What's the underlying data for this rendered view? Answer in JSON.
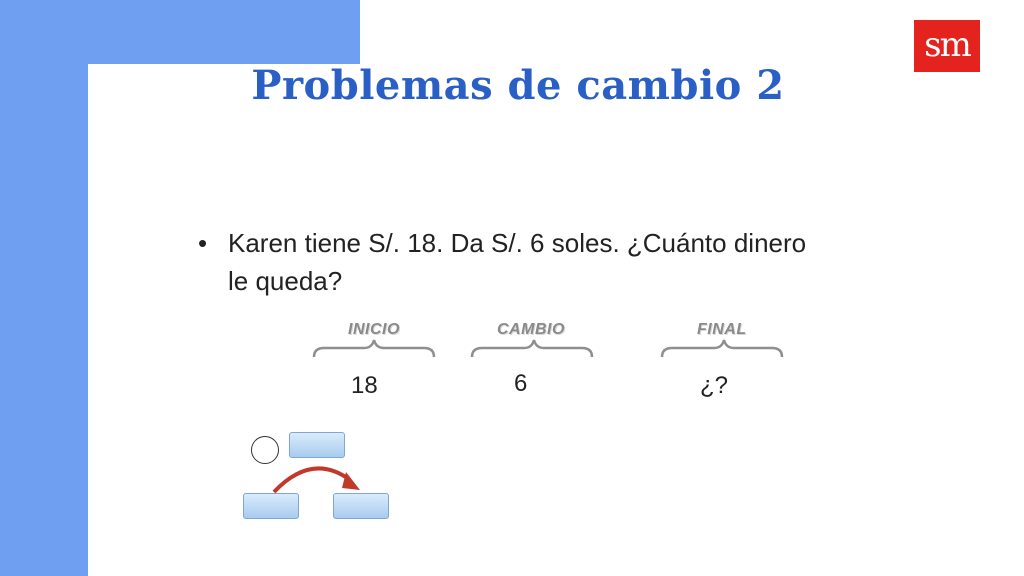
{
  "slide": {
    "title": "Problemas de cambio 2",
    "logo_text": "sm",
    "bullet": "Karen tiene S/. 18. Da S/. 6 soles. ¿Cuánto dinero le queda?",
    "bullet_symbol": "•"
  },
  "diagram": {
    "labels": {
      "inicio": "INICIO",
      "cambio": "CAMBIO",
      "final": "FINAL"
    },
    "values": {
      "inicio": "18",
      "cambio": "6",
      "final": "¿?"
    }
  },
  "colors": {
    "accent_blue": "#6f9ff0",
    "title_blue": "#2a5fc6",
    "logo_red": "#e4231f",
    "arrow_red": "#c0392b"
  }
}
